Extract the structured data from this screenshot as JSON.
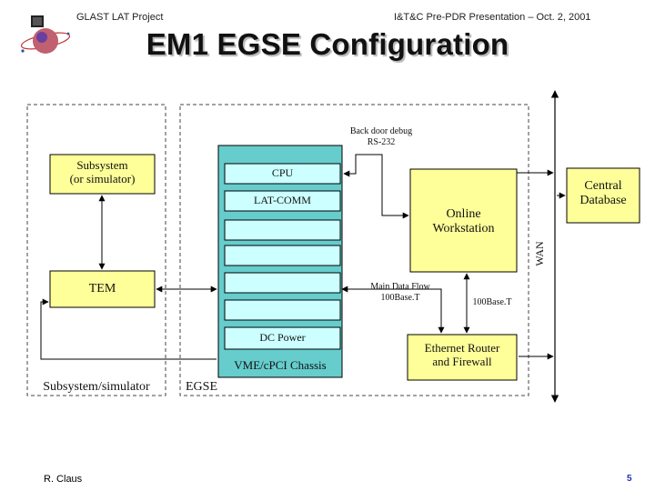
{
  "header": {
    "project": "GLAST LAT Project",
    "presentation": "I&T&C Pre-PDR Presentation – Oct. 2, 2001"
  },
  "title": "EM1 EGSE Configuration",
  "diagram": {
    "backdoor_line1": "Back door debug",
    "backdoor_line2": "RS-232",
    "subsystem_line1": "Subsystem",
    "subsystem_line2": "(or simulator)",
    "cpu": "CPU",
    "latcomm": "LAT-COMM",
    "tem": "TEM",
    "dcpower": "DC Power",
    "chassis": "VME/cPCI Chassis",
    "workstation_line1": "Online",
    "workstation_line2": "Workstation",
    "database_line1": "Central",
    "database_line2": "Database",
    "wan": "WAN",
    "mainflow_line1": "Main Data Flow",
    "mainflow_line2": "100Base.T",
    "base100": "100Base.T",
    "router_line1": "Ethernet Router",
    "router_line2": "and Firewall",
    "subsystem_sim": "Subsystem/simulator",
    "egse": "EGSE"
  },
  "footer": {
    "author": "R. Claus",
    "page": "5"
  },
  "colors": {
    "box_fill": "#ffff99",
    "chassis_fill": "#66cccc",
    "slot_fill": "#ccffff"
  }
}
